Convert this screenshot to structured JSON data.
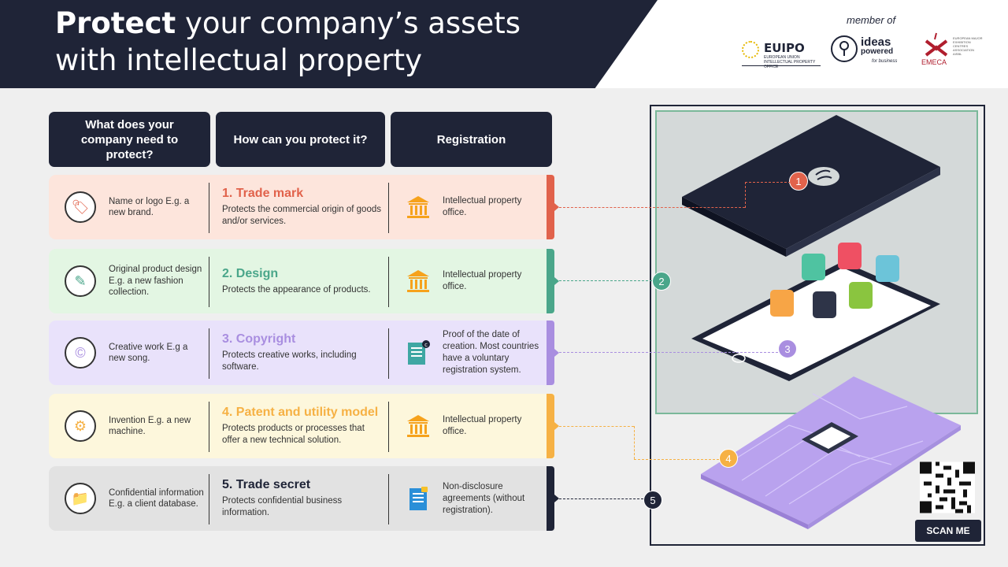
{
  "header": {
    "title_bold": "Protect",
    "title_line1_rest": " your company’s assets",
    "title_line2": "with intellectual property",
    "member_of": "member of",
    "euipo_name": "EUIPO",
    "euipo_sub": "EUROPEAN UNION INTELLECTUAL PROPERTY OFFICE",
    "ideas_word1": "ideas",
    "ideas_word2": "powered",
    "ideas_sub": "for business",
    "emeca_name": "EMECA",
    "emeca_sub": "EUROPEAN MAJOR EXHIBITION CENTRES ASSOCIATION AISBL"
  },
  "columns": {
    "what": "What does your company need to protect?",
    "how": "How can you protect it?",
    "registration": "Registration"
  },
  "rows": [
    {
      "what": "Name or logo E.g. a new brand.",
      "title": "1. Trade mark",
      "desc": "Protects the commercial origin of goods and/or services.",
      "registration": "Intellectual property office.",
      "number": "1",
      "icon": "tag-icon",
      "reg_icon": "building-icon",
      "bg": "#fde5dc",
      "accent": "#e1624b",
      "title_color": "#e1624b"
    },
    {
      "what": "Original product design E.g. a new fashion collection.",
      "title": "2. Design",
      "desc": "Protects the appearance of products.",
      "registration": "Intellectual property office.",
      "number": "2",
      "icon": "pencil-ruler-icon",
      "reg_icon": "building-icon",
      "bg": "#e3f6e3",
      "accent": "#4aa68a",
      "title_color": "#4aa68a"
    },
    {
      "what": "Creative work E.g a new song.",
      "title": "3. Copyright",
      "desc": "Protects creative works, including software.",
      "registration": "Proof of the date of creation. Most countries have a voluntary registration system.",
      "number": "3",
      "icon": "copyright-icon",
      "reg_icon": "document-copyright-icon",
      "bg": "#e9e2fb",
      "accent": "#a98ee0",
      "title_color": "#a98ee0"
    },
    {
      "what": "Invention E.g. a new machine.",
      "title": "4. Patent and utility model",
      "desc": "Protects products or processes that offer a new technical solution.",
      "registration": "Intellectual property office.",
      "number": "4",
      "icon": "gear-icon",
      "reg_icon": "building-icon",
      "bg": "#fdf7dc",
      "accent": "#f6b144",
      "title_color": "#f6b144"
    },
    {
      "what": "Confidential information E.g. a client database.",
      "title": "5. Trade secret",
      "desc": "Protects confidential business information.",
      "registration": "Non-disclosure agreements (without registration).",
      "number": "5",
      "icon": "folder-icon",
      "reg_icon": "document-lock-icon",
      "bg": "#e2e2e2",
      "accent": "#1f2437",
      "title_color": "#1f2437"
    }
  ],
  "illustration": {
    "scan_label": "SCAN ME"
  }
}
